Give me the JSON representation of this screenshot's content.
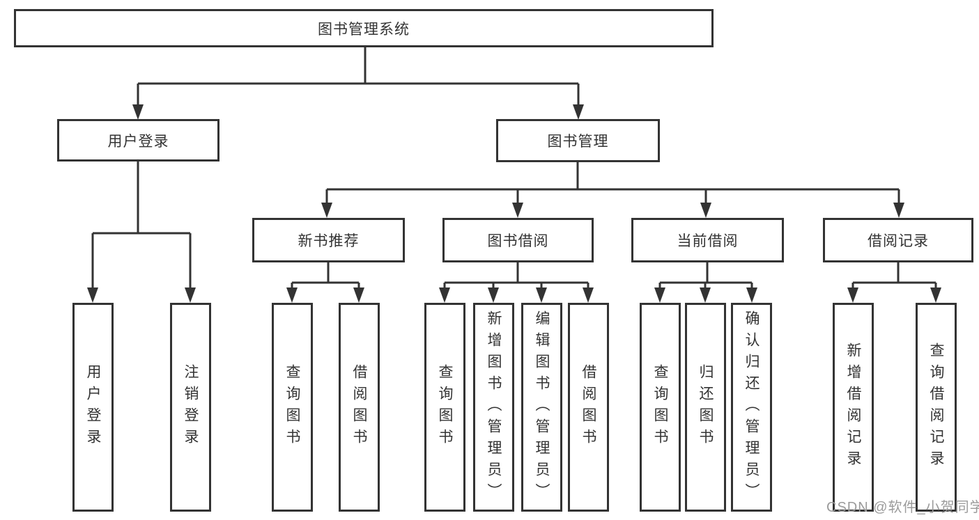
{
  "diagram_type": "tree",
  "colors": {
    "line": "#333333",
    "text": "#333333",
    "box_background": "#ffffff",
    "watermark": "#9b9b9b"
  },
  "watermark": "CSDN @软件_小贺同学",
  "tree": {
    "root": {
      "label": "图书管理系统",
      "children": [
        {
          "label": "用户登录",
          "children": [
            {
              "label": "用户登录"
            },
            {
              "label": "注销登录"
            }
          ]
        },
        {
          "label": "图书管理",
          "children": [
            {
              "label": "新书推荐",
              "children": [
                {
                  "label": "查询图书"
                },
                {
                  "label": "借阅图书"
                }
              ]
            },
            {
              "label": "图书借阅",
              "children": [
                {
                  "label": "查询图书"
                },
                {
                  "label": "新增图书（管理员）"
                },
                {
                  "label": "编辑图书（管理员）"
                },
                {
                  "label": "借阅图书"
                }
              ]
            },
            {
              "label": "当前借阅",
              "children": [
                {
                  "label": "查询图书"
                },
                {
                  "label": "归还图书"
                },
                {
                  "label": "确认归还（管理员）"
                }
              ]
            },
            {
              "label": "借阅记录",
              "children": [
                {
                  "label": "新增借阅记录"
                },
                {
                  "label": "查询借阅记录"
                }
              ]
            }
          ]
        }
      ]
    }
  }
}
